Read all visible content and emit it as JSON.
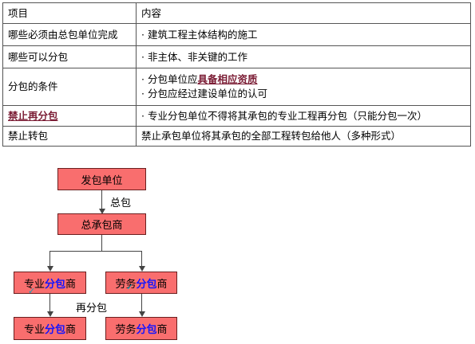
{
  "table": {
    "header": {
      "col1": "项目",
      "col2": "内容"
    },
    "rows": [
      {
        "item": "哪些必须由总包单位完成",
        "content": [
          "建筑工程主体结构的施工"
        ]
      },
      {
        "item": "哪些可以分包",
        "content": [
          "非主体、非关键的工作"
        ]
      },
      {
        "item": "分包的条件",
        "content_1_pre": "分包单位应",
        "content_1_em": "具备相应资质",
        "content_2": "分包应经过建设单位的认可"
      },
      {
        "item": "禁止再分包",
        "content": [
          "专业分包单位不得将其承包的专业工程再分包（只能分包一次）"
        ]
      },
      {
        "item": "禁止转包",
        "content": [
          "禁止承包单位将其承包的全部工程转包给他人（多种形式）"
        ]
      }
    ]
  },
  "diagram": {
    "top_box": "发包单位",
    "top_edge_label": "总包",
    "middle_box": "总承包商",
    "left_box": {
      "pre": "专业",
      "em": "分包",
      "post": "商"
    },
    "right_box": {
      "pre": "劳务",
      "em": "分包",
      "post": "商"
    },
    "bottom_edge_label": "再分包",
    "bottom_left_box": {
      "pre": "专业",
      "em": "分包",
      "post": "商"
    },
    "bottom_right_box": {
      "pre": "劳务",
      "em": "分包",
      "post": "商"
    }
  }
}
